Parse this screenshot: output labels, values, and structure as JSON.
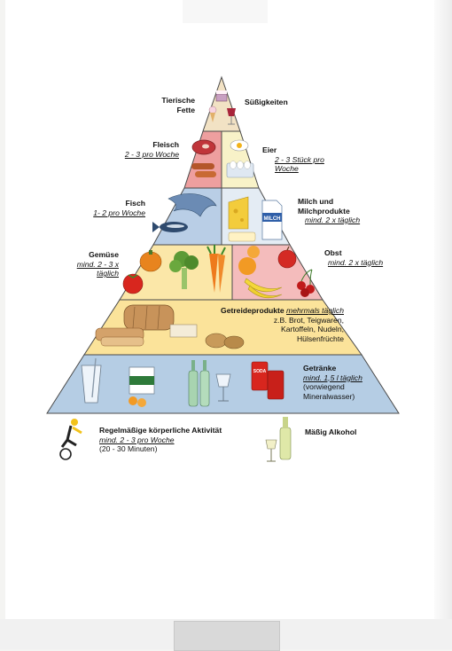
{
  "pyramid": {
    "tier1": {
      "left": {
        "title": "Tierische Fette"
      },
      "right": {
        "title": "Süßigkeiten"
      }
    },
    "tier2": {
      "left": {
        "title": "Fleisch",
        "freq": "2 - 3 pro Woche"
      },
      "right": {
        "title": "Eier",
        "freq": "2 - 3 Stück pro Woche"
      }
    },
    "tier3": {
      "left": {
        "title": "Fisch",
        "freq": "1- 2 pro Woche"
      },
      "right": {
        "title": "Milch und Milchprodukte",
        "freq": "mind. 2 x täglich",
        "carton_text": "MILCH"
      }
    },
    "tier4": {
      "left": {
        "title": "Gemüse",
        "freq": "mind. 2 - 3 x täglich"
      },
      "right": {
        "title": "Obst",
        "freq": "mind. 2 x täglich"
      }
    },
    "tier5": {
      "title": "Getreideprodukte",
      "freq": "mehrmals täglich",
      "detail": "z.B. Brot, Teigwaren, Kartoffeln, Nudeln, Hülsenfrüchte"
    },
    "tier6": {
      "title": "Getränke",
      "freq": "mind. 1,5 l täglich",
      "detail": "(vorwiegend Mineralwasser)",
      "can_text": "SODA"
    }
  },
  "footer": {
    "activity": {
      "title": "Regelmäßige körperliche Aktivität",
      "freq": "mind. 2 - 3 pro Woche",
      "detail": "(20 - 30 Minuten)"
    },
    "alcohol": {
      "title": "Mäßig Alkohol"
    }
  },
  "colors": {
    "tier1": "#f2e2c4",
    "tier2_left": "#ee9f9f",
    "tier2_right": "#f8f2c8",
    "tier3": "#b9cee6",
    "tier4_left": "#fbe7a8",
    "tier4_right": "#f4bcbc",
    "tier5": "#fbe39a",
    "tier6": "#b5cde4",
    "outline": "#4a4a4a"
  }
}
